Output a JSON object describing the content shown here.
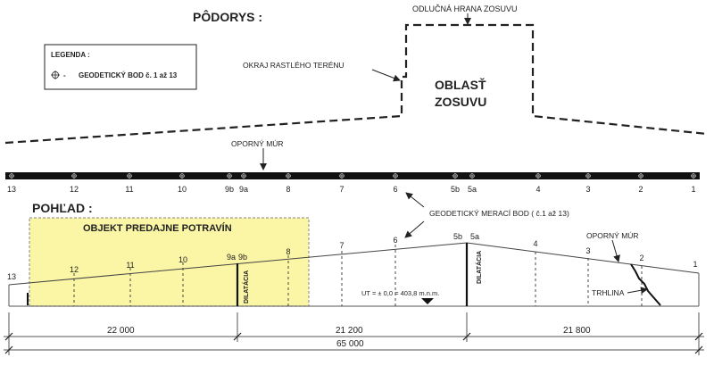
{
  "plan": {
    "title": "PÔDORYS :",
    "scarp_label": "ODLUČNÁ HRANA ZOSUVU",
    "terrain_label": "OKRAJ RASTLÉHO TERÉNU",
    "area_label_1": "OBLASŤ",
    "area_label_2": "ZOSUVU",
    "wall_label": "OPORNÝ MÚR",
    "point_numbers": [
      "13",
      "12",
      "11",
      "10",
      "9b",
      "9a",
      "8",
      "7",
      "6",
      "5b",
      "5a",
      "4",
      "3",
      "2",
      "1"
    ]
  },
  "legend": {
    "title": "LEGENDA :",
    "entry": "GEODETICKÝ BOD  č. 1 až 13",
    "symbol_icon": "crosshair-circle-icon"
  },
  "view": {
    "title": "POHĽAD :",
    "geodetic_label": "GEODETICKÝ MERACÍ BOD  ( č.1 až 13)",
    "building_label": "OBJEKT PREDAJNE POTRAVÍN",
    "wall_label": "OPORNÝ MÚR",
    "crack_label": "TRHLINA",
    "dilatation_label_1": "DILATÁCIA",
    "dilatation_label_2": "DILATÁCIA",
    "level_label": "UT = ± 0,0 = 403,8 m.n.m.",
    "building_color": "#fbf6a6",
    "point_labels": [
      "13",
      "12",
      "11",
      "10",
      "9a",
      "9b",
      "8",
      "7",
      "6",
      "5b",
      "5a",
      "4",
      "3",
      "2",
      "1"
    ]
  },
  "dimensions": {
    "seg1": "22 000",
    "seg2": "21 200",
    "seg3": "21 800",
    "total": "65 000"
  }
}
